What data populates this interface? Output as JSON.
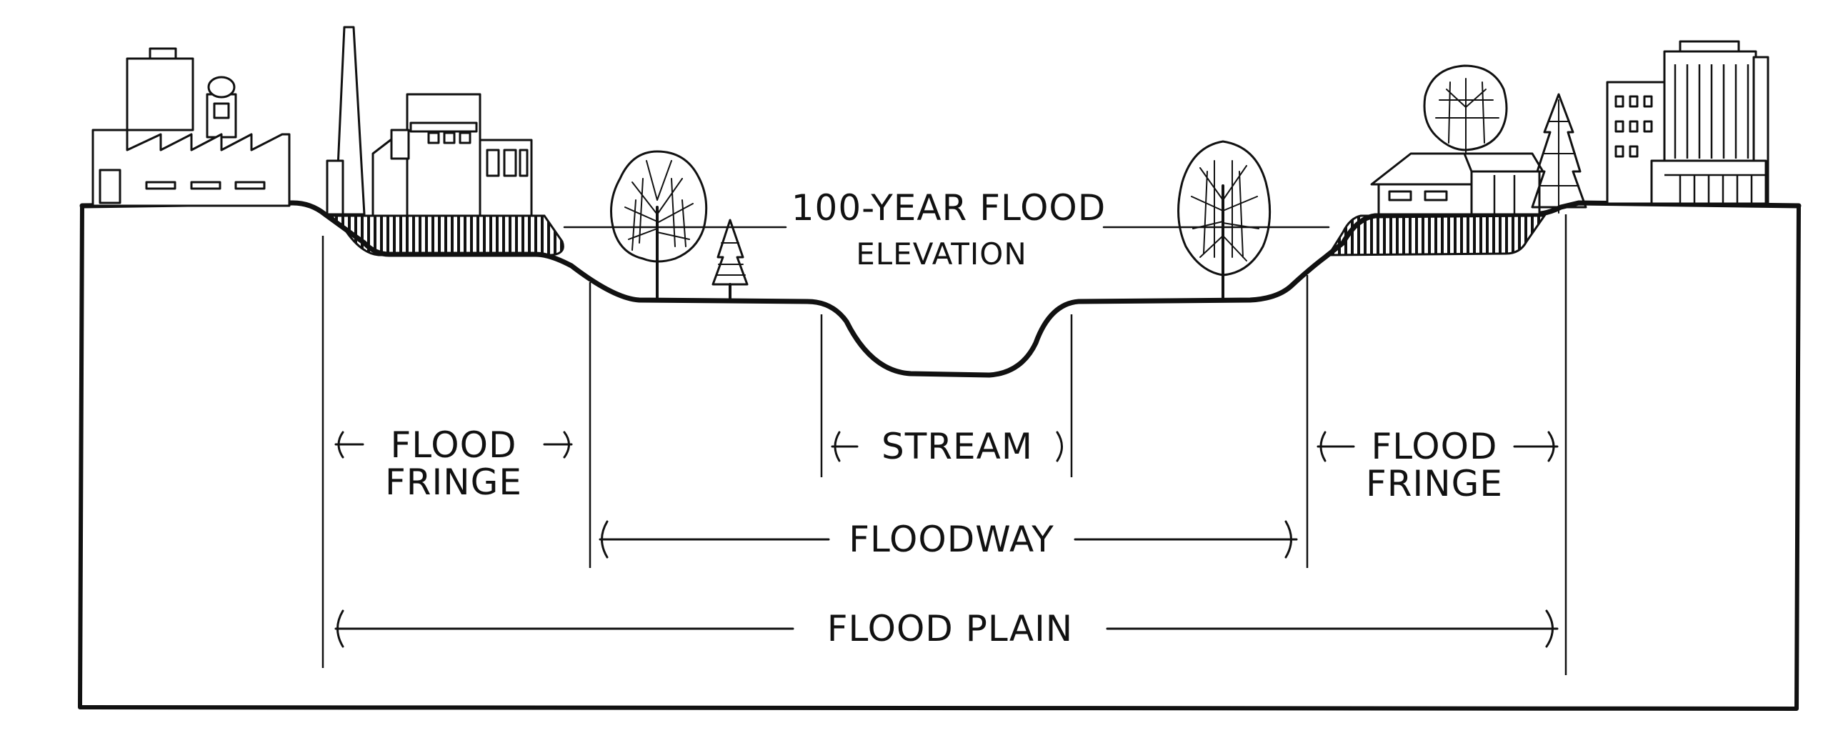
{
  "diagram": {
    "labels": {
      "flood_elevation_line1": "100-YEAR FLOOD",
      "flood_elevation_line2": "ELEVATION",
      "stream": "STREAM",
      "flood_fringe_left_line1": "FLOOD",
      "flood_fringe_left_line2": "FRINGE",
      "flood_fringe_right_line1": "FLOOD",
      "flood_fringe_right_line2": "FRINGE",
      "floodway": "FLOODWAY",
      "flood_plain": "FLOOD PLAIN"
    }
  }
}
